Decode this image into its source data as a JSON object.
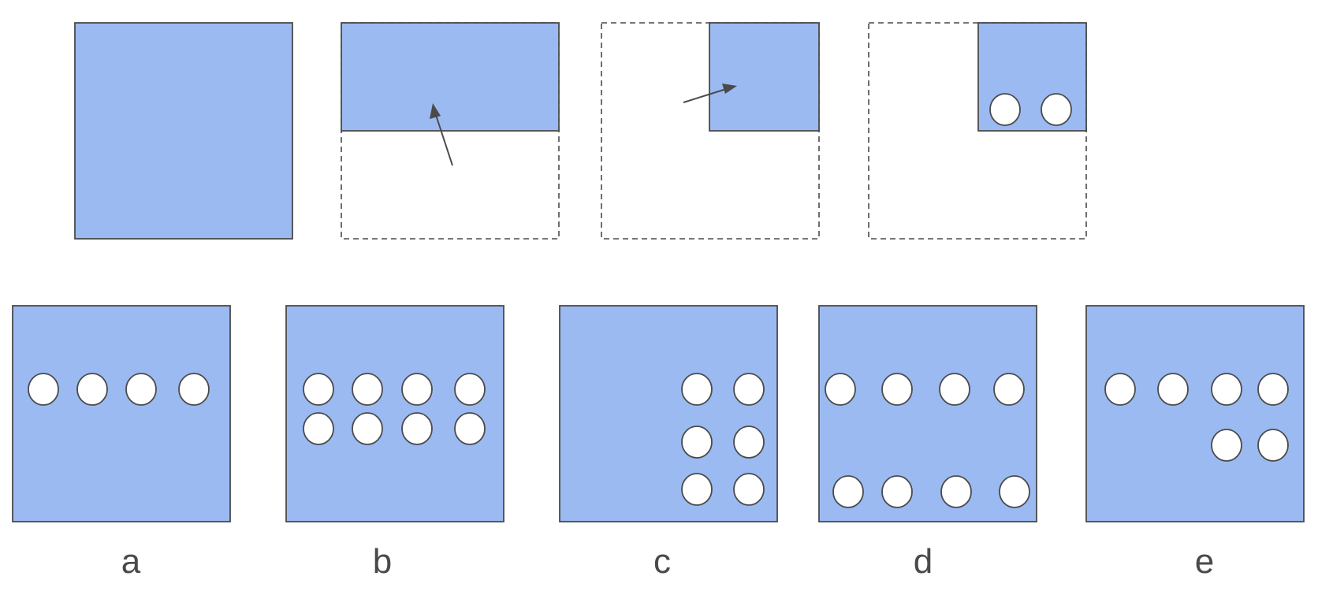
{
  "colors": {
    "paper": "#9bbaf1",
    "stroke": "#4a4a4a",
    "hole": "#ffffff",
    "background": "#ffffff"
  },
  "sequence": [
    {
      "step": "unfolded-paper",
      "holes": 0
    },
    {
      "step": "fold-bottom-up",
      "arrow": "up",
      "holes": 0
    },
    {
      "step": "fold-left-to-right",
      "arrow": "right",
      "holes": 0
    },
    {
      "step": "punched",
      "holes": 2
    }
  ],
  "options": [
    {
      "label": "a",
      "hole_rows": [
        [
          0.12,
          0.35,
          0.58,
          0.83
        ]
      ],
      "hole_y": [
        0.39
      ]
    },
    {
      "label": "b",
      "hole_rows": [
        [
          0.15,
          0.38,
          0.6,
          0.85
        ],
        [
          0.15,
          0.38,
          0.6,
          0.85
        ]
      ],
      "hole_y": [
        0.39,
        0.57
      ]
    },
    {
      "label": "c"
    },
    {
      "label": "d"
    },
    {
      "label": "e"
    }
  ]
}
